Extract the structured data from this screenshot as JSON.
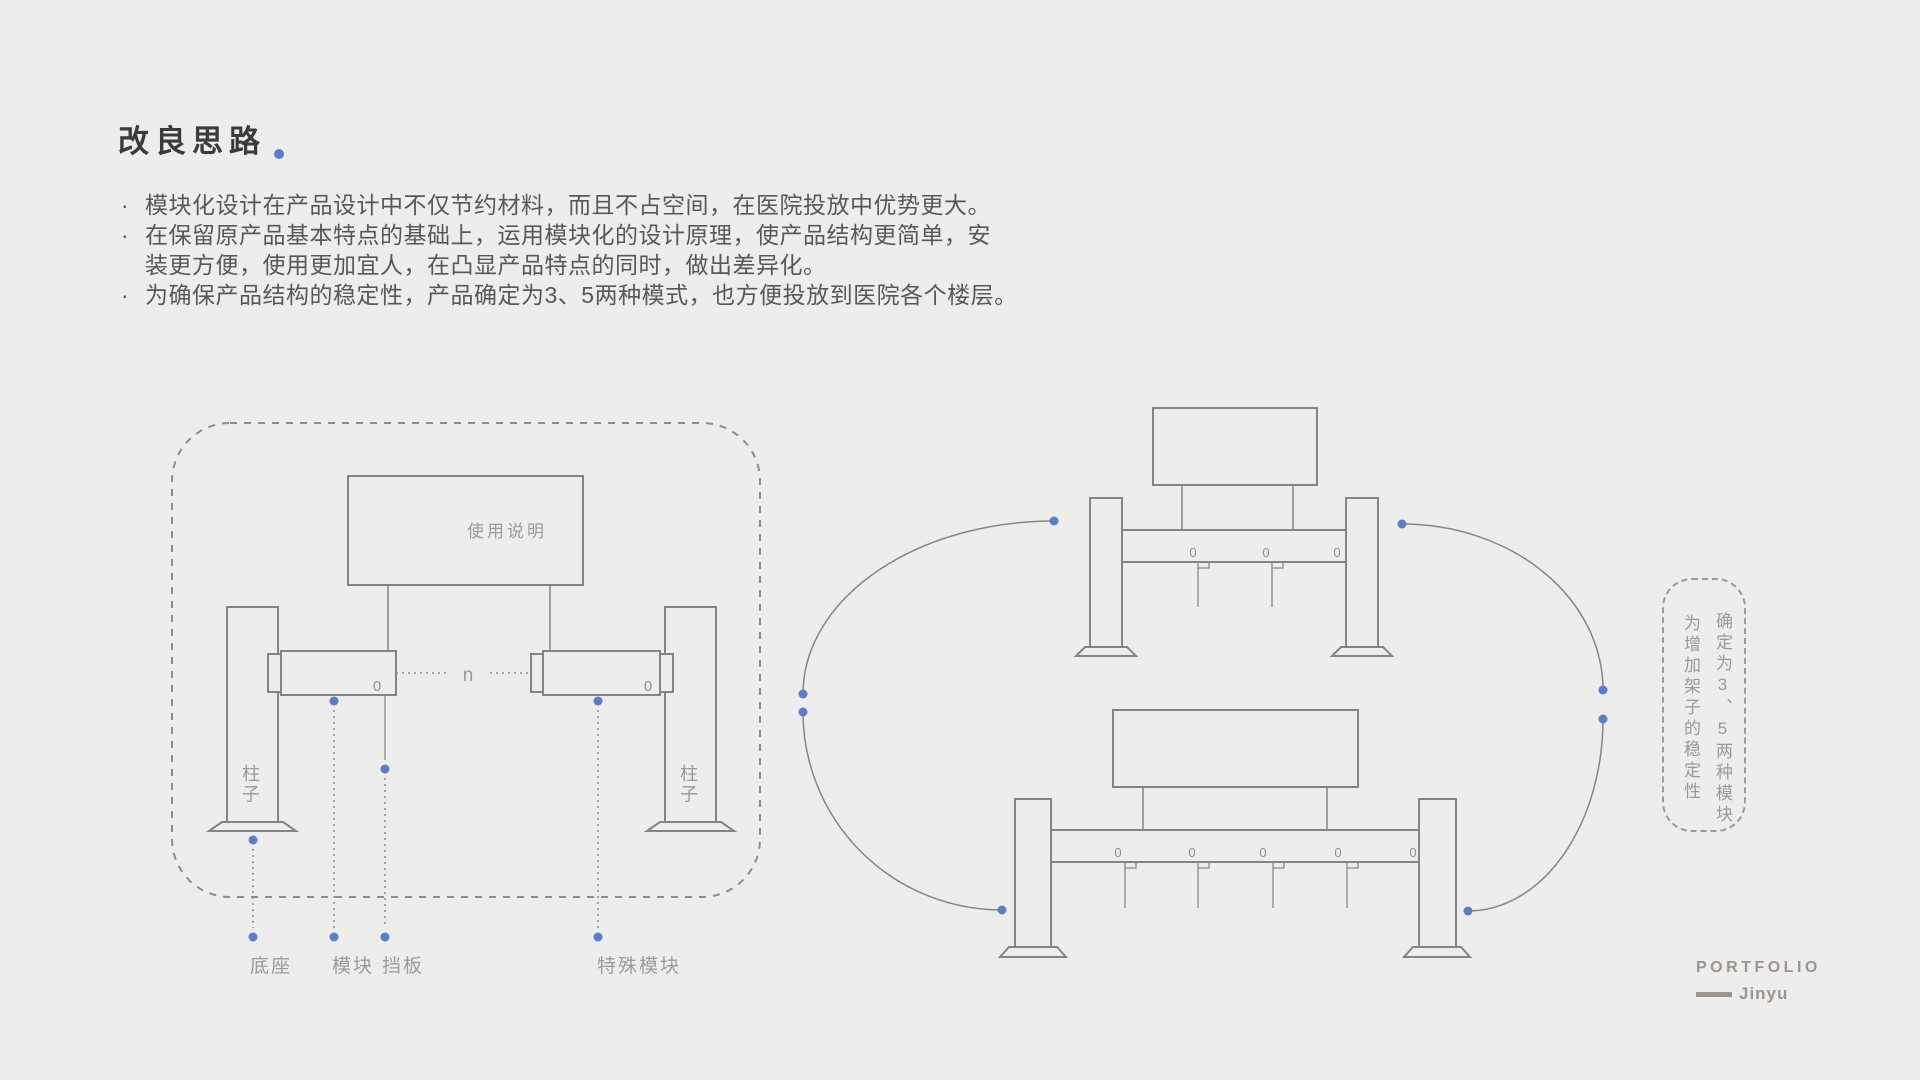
{
  "slide": {
    "background_color": "#ededee",
    "accent_blue": "#5b7fc7",
    "title": "改良思路",
    "bullets": [
      {
        "marker": "·",
        "text": "模块化设计在产品设计中不仅节约材料，而且不占空间，在医院投放中优势更大。"
      },
      {
        "marker": "·",
        "text": "在保留原产品基本特点的基础上，运用模块化的设计原理，使产品结构更简单，安"
      },
      {
        "marker": "",
        "text": "装更方便，使用更加宜人，在凸显产品特点的同时，做出差异化。"
      },
      {
        "marker": "·",
        "text": "为确保产品结构的稳定性，产品确定为3、5两种模式，也方便投放到医院各个楼层。"
      }
    ]
  },
  "module_diagram": {
    "instruction_box_label": "使用说明",
    "pillar_label": "柱子",
    "quantity_label": "n",
    "slot_glyph": "0",
    "legend": {
      "base": "底座",
      "module": "模块",
      "baffle": "挡板",
      "special_module": "特殊模块"
    }
  },
  "stability_note": {
    "column_first": "为增加架子的稳定性",
    "column_second": "确定为3、5两种模块"
  },
  "footer": {
    "brand": "PORTFOLIO",
    "author": "Jinyu"
  }
}
